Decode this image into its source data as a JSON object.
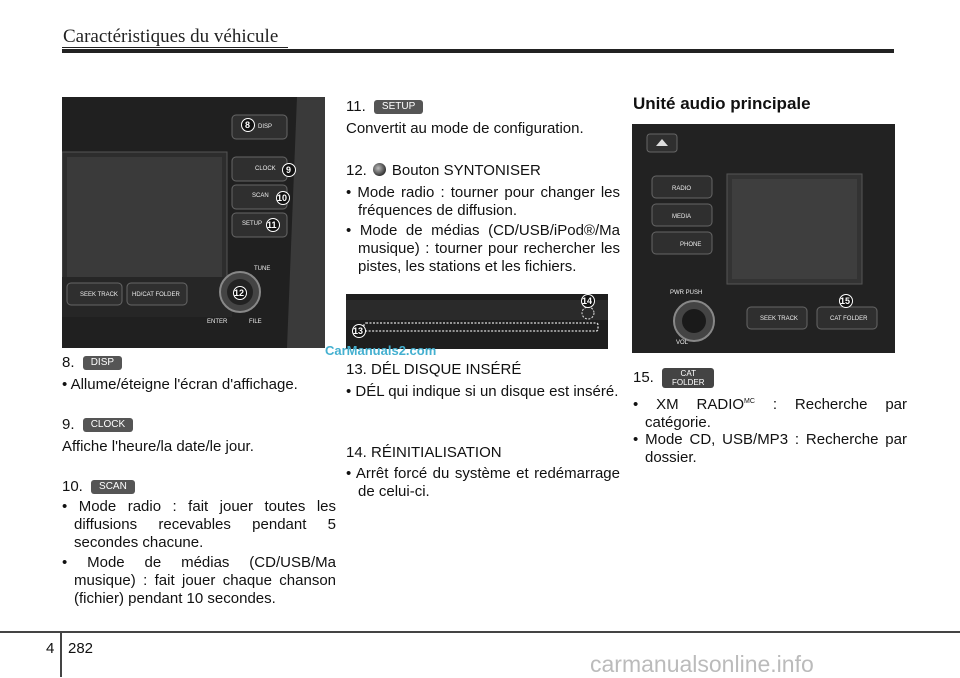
{
  "header": {
    "title": "Caractéristiques du véhicule"
  },
  "left": {
    "item8": {
      "num": "8.",
      "tag": "DISP",
      "bullet": "• Allume/éteigne l'écran d'affichage."
    },
    "item9": {
      "num": "9.",
      "tag": "CLOCK",
      "text": "Affiche l'heure/la date/le jour."
    },
    "item10": {
      "num": "10.",
      "tag": "SCAN",
      "bullet1": "• Mode radio : fait jouer toutes les diffusions recevables pendant 5 secondes chacune.",
      "bullet2": "• Mode de médias (CD/USB/Ma musique) : fait jouer chaque chanson (fichier) pendant 10 secondes."
    }
  },
  "middle": {
    "item11": {
      "num": "11.",
      "tag": "SETUP",
      "text": "Convertit au mode de configuration."
    },
    "item12": {
      "num": "12.",
      "text": "Bouton SYNTONISER",
      "bullet1": "• Mode radio : tourner pour changer les fréquences de diffusion.",
      "bullet2": "• Mode de médias (CD/USB/iPod®/Ma musique) : tourner pour rechercher les pistes, les stations et les fichiers."
    },
    "item13": {
      "title": "13. DÉL DISQUE INSÉRÉ",
      "bullet": "• DÉL qui indique si un disque est inséré."
    },
    "item14": {
      "title": "14. RÉINITIALISATION",
      "bullet": "• Arrêt forcé du système et redémarrage de celui-ci."
    }
  },
  "right": {
    "title": "Unité audio principale",
    "item15": {
      "num": "15.",
      "tag_line1": "CAT",
      "tag_line2": "FOLDER",
      "bullet1_prefix": "• XM RADIO",
      "bullet1_sup": "MC",
      "bullet1_suffix": " : Recherche par catégorie.",
      "bullet2": "• Mode CD, USB/MP3 : Recherche par dossier."
    }
  },
  "photo1": {
    "labels": [
      "DISP",
      "CLOCK",
      "SCAN",
      "SETUP",
      "TUNE",
      "SEEK TRACK",
      "HD/CAT FOLDER",
      "ENTER",
      "FILE"
    ],
    "callouts": [
      "8",
      "9",
      "10",
      "11",
      "12"
    ]
  },
  "photo2": {
    "callouts": [
      "13",
      "14"
    ]
  },
  "photo3": {
    "labels": [
      "RADIO",
      "MEDIA",
      "PHONE",
      "PWR PUSH",
      "VOL",
      "SEEK TRACK",
      "CAT FOLDER"
    ],
    "callouts": [
      "15"
    ]
  },
  "footer": {
    "chapter": "4",
    "page": "282"
  },
  "watermarks": {
    "top": "CarManuals2.com",
    "bottom": "carmanualsonline.info"
  }
}
